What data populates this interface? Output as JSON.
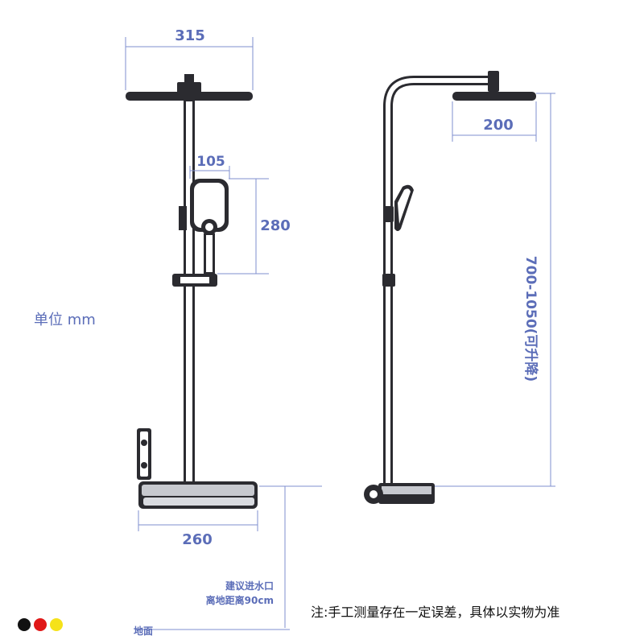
{
  "dimensions": {
    "top_shower_width": "315",
    "hand_shower_width": "105",
    "hand_shower_height": "280",
    "shelf_width": "260",
    "side_shower_depth": "200",
    "height_range": "700-1050(可升降)"
  },
  "unit_label": "单位 mm",
  "inlet_note": {
    "line1": "建议进水口",
    "line2": "离地距离90cm"
  },
  "ground_label": "地面",
  "disclaimer": "注:手工测量存在一定误差，具体以实物为准",
  "color_swatches": [
    {
      "name": "black",
      "color": "#111111"
    },
    {
      "name": "red",
      "color": "#e01818"
    },
    {
      "name": "yellow",
      "color": "#f5e21a"
    }
  ],
  "colors": {
    "dimension_text": "#5b6db8",
    "product_body": "#2b2b30"
  }
}
